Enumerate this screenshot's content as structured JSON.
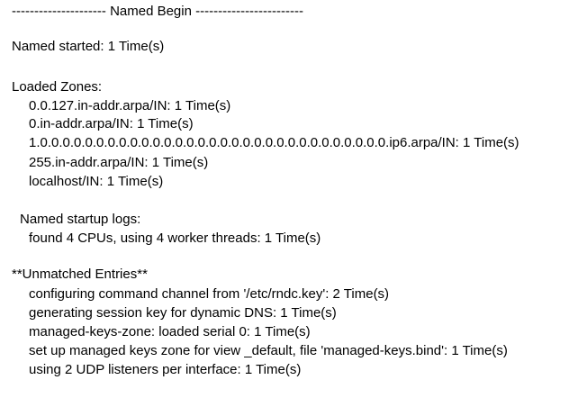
{
  "log": {
    "header": "--------------------- Named Begin ------------------------",
    "named_started": "Named started: 1 Time(s)",
    "loaded_zones": {
      "heading": "Loaded Zones:",
      "items": [
        "0.0.127.in-addr.arpa/IN: 1 Time(s)",
        "0.in-addr.arpa/IN: 1 Time(s)",
        "1.0.0.0.0.0.0.0.0.0.0.0.0.0.0.0.0.0.0.0.0.0.0.0.0.0.0.0.0.0.0.0.ip6.arpa/IN: 1 Time(s)",
        "255.in-addr.arpa/IN: 1 Time(s)",
        "localhost/IN: 1 Time(s)"
      ]
    },
    "startup_logs": {
      "heading": "Named startup logs:",
      "items": [
        "found 4 CPUs, using 4 worker threads: 1 Time(s)"
      ]
    },
    "unmatched": {
      "heading": "**Unmatched Entries**",
      "items": [
        "configuring command channel from '/etc/rndc.key': 2 Time(s)",
        "generating session key for dynamic DNS: 1 Time(s)",
        "managed-keys-zone: loaded serial 0: 1 Time(s)",
        "set up managed keys zone for view _default, file 'managed-keys.bind': 1 Time(s)",
        "using 2 UDP listeners per interface: 1 Time(s)"
      ]
    }
  }
}
